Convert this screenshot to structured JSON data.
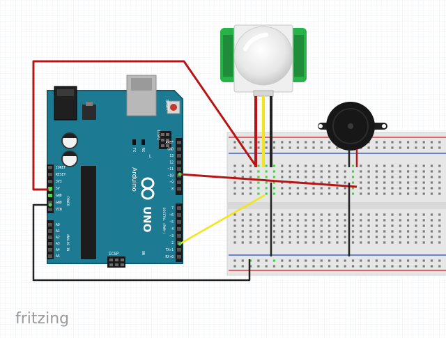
{
  "app": {
    "watermark": "fritzing"
  },
  "board": {
    "brand_text": "Arduino",
    "logo_text": "UNO",
    "reset_label": "RESET",
    "icsp_label": "ICSP",
    "icsp2_label": "ICSP2",
    "tx_label": "TX",
    "rx_label": "RX",
    "l_label": "L",
    "on_label": "ON",
    "power_header_title": "POWER",
    "analog_header_title": "ANALOG IN",
    "digital_header_title": "DIGITAL (PWM~)",
    "left_pins": [
      "IOREF",
      "RESET",
      "3V3",
      "5V",
      "GND",
      "GND",
      "VIN"
    ],
    "analog_pins": [
      "A0",
      "A1",
      "A2",
      "A3",
      "A4",
      "A5"
    ],
    "top_digital_pins": [
      "AREF",
      "GND",
      "13",
      "12",
      "~11",
      "~10",
      "~9",
      "8"
    ],
    "bottom_digital_pins": [
      "7",
      "~6",
      "~5",
      "4",
      "~3",
      "2",
      "TX▸1",
      "RX◂0"
    ]
  },
  "colors": {
    "board": "#1d7a93",
    "board_edge": "#0f5b70",
    "wire_red": "#b81414",
    "wire_black": "#222222",
    "wire_yellow": "#f2e61a",
    "pir_green": "#27b34a",
    "breadboard": "#e9e9e9",
    "rail_red": "#d43b3b",
    "rail_blue": "#3b63c9",
    "hole_green": "#4bd14b",
    "watermark": "#9a9a9a"
  }
}
